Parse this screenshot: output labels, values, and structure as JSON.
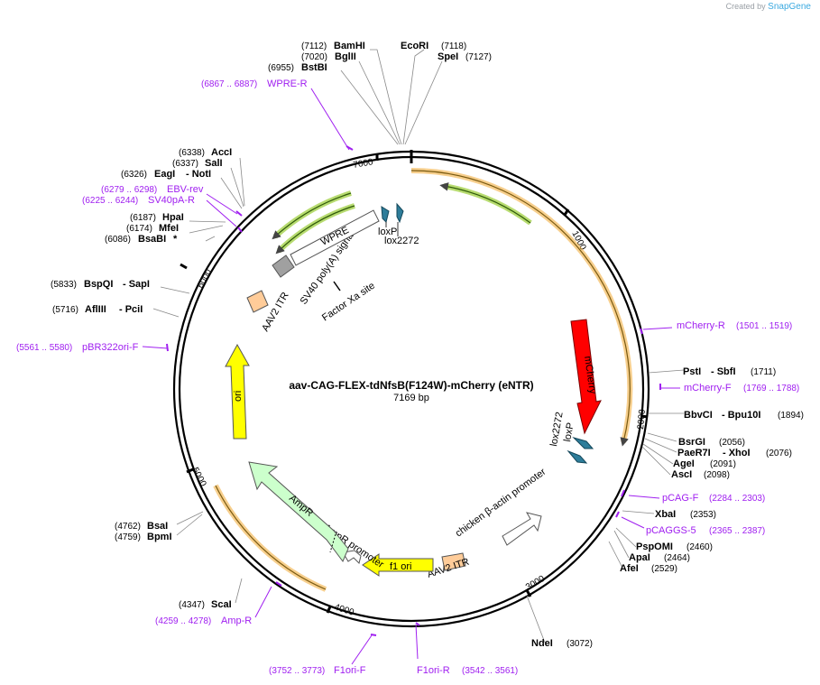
{
  "credit": {
    "prefix": "Created by",
    "brand": "SnapGene"
  },
  "plasmid": {
    "name": "aav-CAG-FLEX-tdNfsB(F124W)-mCherry (eNTR)",
    "length_label": "7169 bp"
  },
  "ticks": [
    "1000",
    "2000",
    "3000",
    "4000",
    "5000",
    "6000",
    "7000"
  ],
  "enzymes": [
    {
      "name": "BamHI",
      "pos": "(7112)"
    },
    {
      "name": "BglII",
      "pos": "(7020)"
    },
    {
      "name": "BstBI",
      "pos": "(6955)"
    },
    {
      "name": "EcoRI",
      "pos": "(7118)"
    },
    {
      "name": "SpeI",
      "pos": "(7127)"
    },
    {
      "name": "AccI",
      "pos": "(6338)"
    },
    {
      "name": "SalI",
      "pos": "(6337)"
    },
    {
      "name": "EagI",
      "extra": "- NotI",
      "pos": "(6326)"
    },
    {
      "name": "HpaI",
      "pos": "(6187)"
    },
    {
      "name": "MfeI",
      "pos": "(6174)"
    },
    {
      "name": "BsaBI",
      "extra": "*",
      "pos": "(6086)"
    },
    {
      "name": "BspQI",
      "extra": "- SapI",
      "pos": "(5833)"
    },
    {
      "name": "AflIII",
      "extra": "- PciI",
      "pos": "(5716)"
    },
    {
      "name": "PstI",
      "extra": "- SbfI",
      "pos": "(1711)"
    },
    {
      "name": "BbvCI",
      "extra": "- Bpu10I",
      "pos": "(1894)"
    },
    {
      "name": "BsrGI",
      "pos": "(2056)"
    },
    {
      "name": "PaeR7I",
      "extra": "- XhoI",
      "pos": "(2076)"
    },
    {
      "name": "AgeI",
      "pos": "(2091)"
    },
    {
      "name": "AscI",
      "pos": "(2098)"
    },
    {
      "name": "XbaI",
      "pos": "(2353)"
    },
    {
      "name": "PspOMI",
      "pos": "(2460)"
    },
    {
      "name": "ApaI",
      "pos": "(2464)"
    },
    {
      "name": "AfeI",
      "pos": "(2529)"
    },
    {
      "name": "NdeI",
      "pos": "(3072)"
    },
    {
      "name": "ScaI",
      "pos": "(4347)"
    },
    {
      "name": "BsaI",
      "pos": "(4762)"
    },
    {
      "name": "BpmI",
      "pos": "(4759)"
    }
  ],
  "primers": [
    {
      "name": "WPRE-R",
      "pos": "(6867 .. 6887)"
    },
    {
      "name": "EBV-rev",
      "pos": "(6279 .. 6298)"
    },
    {
      "name": "SV40pA-R",
      "pos": "(6225 .. 6244)"
    },
    {
      "name": "pBR322ori-F",
      "pos": "(5561 .. 5580)"
    },
    {
      "name": "mCherry-R",
      "pos": "(1501 .. 1519)"
    },
    {
      "name": "mCherry-F",
      "pos": "(1769 .. 1788)"
    },
    {
      "name": "pCAG-F",
      "pos": "(2284 .. 2303)"
    },
    {
      "name": "pCAGGS-5",
      "pos": "(2365 .. 2387)"
    },
    {
      "name": "Amp-R",
      "pos": "(4259 .. 4278)"
    },
    {
      "name": "F1ori-F",
      "pos": "(3752 .. 3773)"
    },
    {
      "name": "F1ori-R",
      "pos": "(3542 .. 3561)"
    }
  ],
  "features": {
    "mcherry": "mCherry",
    "ori": "ori",
    "ampr": "AmpR",
    "ampr_promoter": "AmpR promoter",
    "f1_ori": "f1 ori",
    "aav2_itr_bottom": "AAV2 ITR",
    "aav2_itr_left": "AAV2 ITR",
    "cba_promoter": "chicken β-actin promoter",
    "wpre": "WPRE",
    "sv40": "SV40 poly(A) signal",
    "factor_xa": "Factor Xa site",
    "loxp_top": "loxP",
    "lox2272_top": "lox2272",
    "lox2272_right": "lox2272",
    "loxp_right": "loxP"
  },
  "colors": {
    "mcherry": "#ff0000",
    "ori": "#ffff00",
    "ampr": "#ccffcc",
    "itr": "#ffcc99",
    "orf_track": "#f0a830",
    "green_track": "#99cc33",
    "primer": "#a020f0",
    "lox": "#2e7d9a",
    "sv40": "#a0a0a0"
  }
}
